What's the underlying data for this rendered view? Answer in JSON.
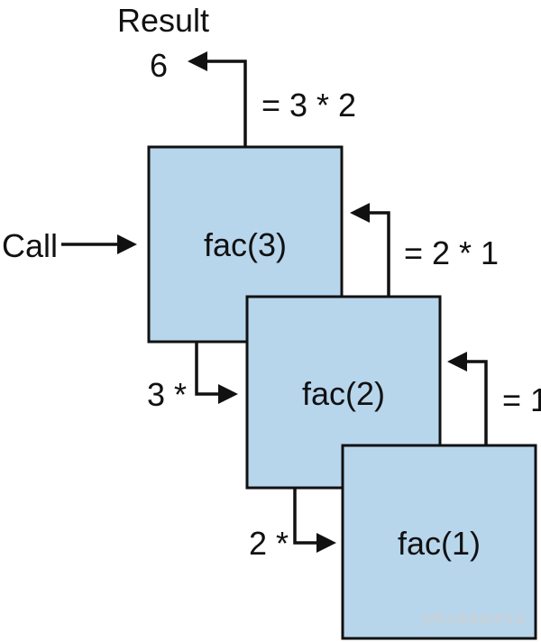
{
  "labels": {
    "result": "Result",
    "result_value": "6",
    "call": "Call",
    "ret3": "= 3 * 2",
    "ret2": "= 2 * 1",
    "ret1": "= 1",
    "mul3": "3 *",
    "mul2": "2 *"
  },
  "boxes": [
    {
      "label": "fac(3)"
    },
    {
      "label": "fac(2)"
    },
    {
      "label": "fac(1)"
    }
  ],
  "colors": {
    "box_fill": "#b7d6ec"
  },
  "watermark": "@稀土掘金技术社区"
}
